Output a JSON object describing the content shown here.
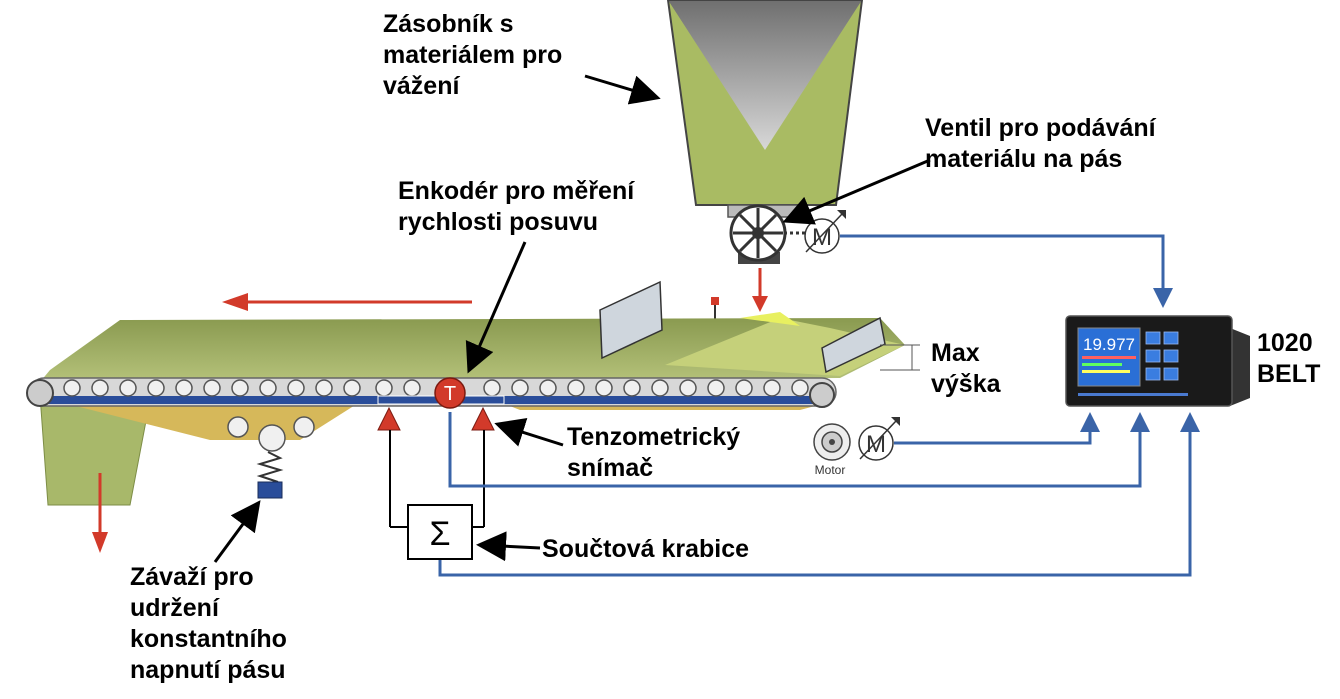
{
  "labels": {
    "hopper": "Zásobník s\nmateriálem pro\nvážení",
    "valve": "Ventil pro podávání\nmateriálu na pás",
    "encoder": "Enkodér pro měření\nrychlosti posuvu",
    "max_height": "Max\nvýška",
    "controller": "1020\nBELT",
    "load_cell": "Tenzometrický\nsnímač",
    "summing_box": "Součtová krabice",
    "weight": "Závaží pro\nudržení\nkonstantního\nnapnutí pásu"
  },
  "symbols": {
    "motor_letter": "M",
    "encoder_letter": "T",
    "motor_caption": "Motor",
    "sum_symbol": "Σ",
    "display_value": "19.977"
  },
  "colors": {
    "belt_green": "#a8b86a",
    "belt_dark": "#7d8d46",
    "hopper_gray": "#8c8c8c",
    "frame_yellow": "#d6b85a",
    "frame_blue": "#2a4d9a",
    "signal_blue": "#3a64a8",
    "flow_red": "#d23a2a",
    "display_black": "#1a1a1a"
  }
}
